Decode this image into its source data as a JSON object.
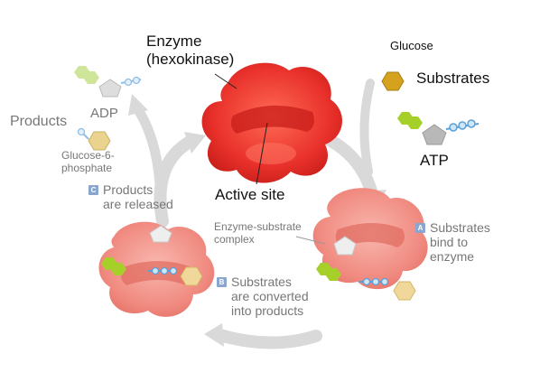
{
  "labels": {
    "enzyme_line1": "Enzyme",
    "enzyme_line2": "(hexokinase)",
    "glucose": "Glucose",
    "substrates": "Substrates",
    "atp": "ATP",
    "active_site": "Active site",
    "adp": "ADP",
    "products": "Products",
    "g6p_line1": "Glucose-6-",
    "g6p_line2": "phosphate",
    "es_line1": "Enzyme-substrate",
    "es_line2": "complex"
  },
  "steps": [
    {
      "badge": "A",
      "line1": "Substrates",
      "line2": "bind to",
      "line3": "enzyme"
    },
    {
      "badge": "B",
      "line1": "Substrates",
      "line2": "are converted",
      "line3": "into products"
    },
    {
      "badge": "C",
      "line1": "Products",
      "line2": "are released"
    }
  ],
  "colors": {
    "enzyme_red": "#e8302a",
    "enzyme_pink": "#f08a80",
    "hexagon_gold": "#d4a21e",
    "hexagon_green": "#a6cf2a",
    "phosphate_blue": "#5aa0d8",
    "pentagon_grey": "#b8b8b8",
    "arrow_grey": "#d6d6d6",
    "badge_blue": "#8aa6cf"
  }
}
